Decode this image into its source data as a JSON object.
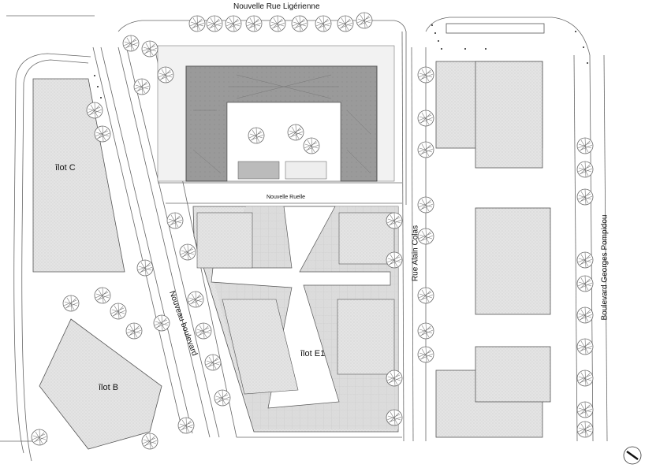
{
  "streets": {
    "top": "Nouvelle Rue Ligérienne",
    "ruelle": "Nouvelle Ruelle",
    "colas": "Rue Alain Colas",
    "pompidou": "Boulevard Georges Pompidou",
    "boulevard": "Nouveau boulevard"
  },
  "blocks": {
    "c": "îlot C",
    "b": "îlot B",
    "e1": "îlot E1"
  },
  "colors": {
    "roof": "#9a9a9a",
    "block_fill": "#e2e2e2",
    "plaza": "#cfcfcf",
    "line": "#555555",
    "tree": "#6a6a6a"
  },
  "icons": {
    "north": "north-arrow-icon"
  }
}
